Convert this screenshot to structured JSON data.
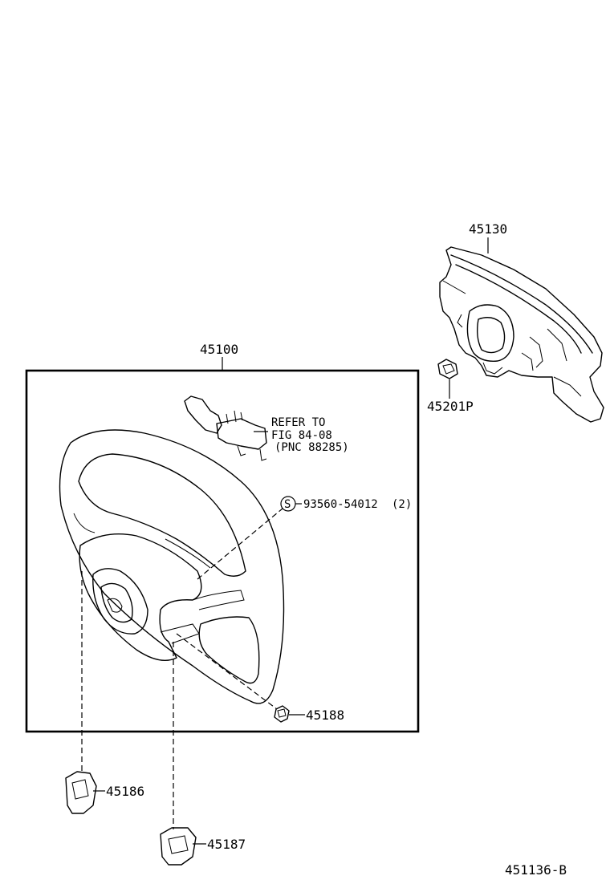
{
  "parts": {
    "horn_pad": "45130",
    "steering_wheel": "45100",
    "nut": "45201P",
    "refer_line1": "REFER TO",
    "refer_line2": "FIG 84-08",
    "refer_line3": "(PNC 88285)",
    "screw_symbol": "S",
    "screw_number": "93560-54012",
    "screw_qty": "(2)",
    "bolt": "45188",
    "cover_left": "45186",
    "cover_right": "45187"
  },
  "figure_id": "451136-B"
}
